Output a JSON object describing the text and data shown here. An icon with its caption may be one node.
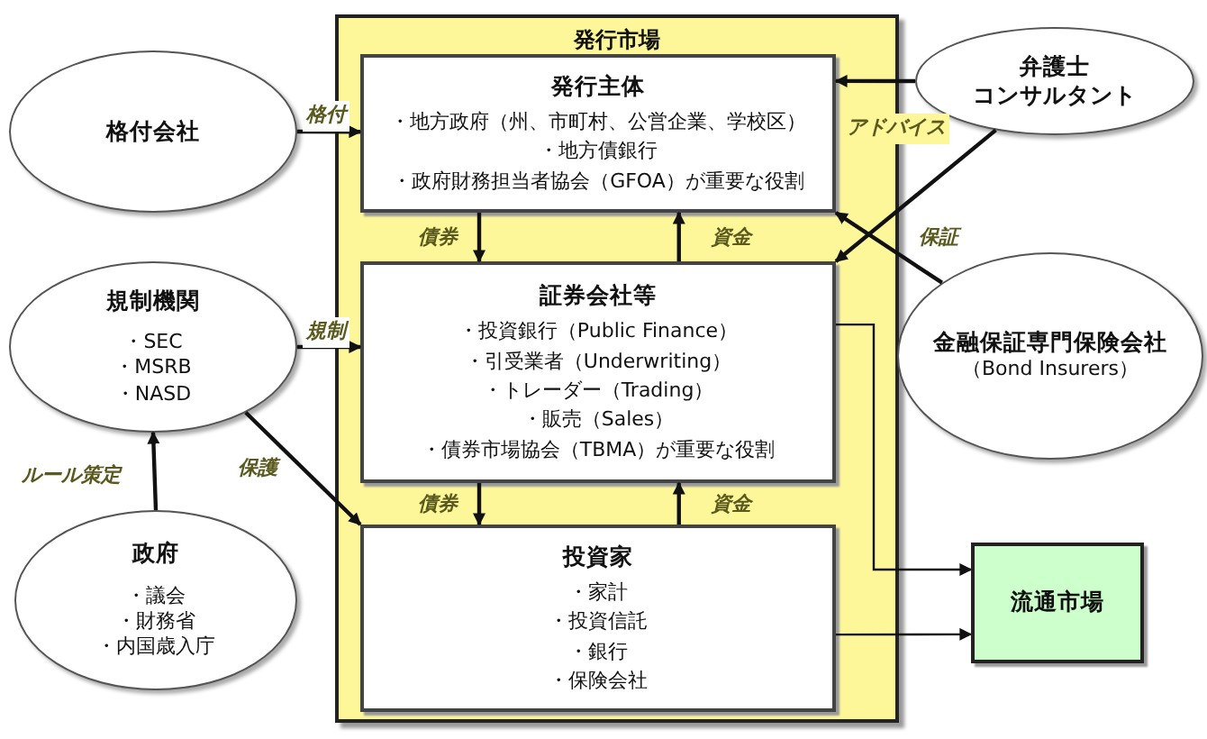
{
  "diagram": {
    "nodes": [
      {
        "text": [
          "発行市場"
        ]
      },
      {
        "text": [
          "発行主体",
          "・地方政府（州、市町村、公営企業、学校区）",
          "・地方債銀行",
          "・政府財務担当者協会（GFOA）が重要な役割"
        ],
        "in": 0
      },
      {
        "text": [
          "証券会社等",
          "・投資銀行（Public Finance）",
          "・引受業者（Underwriting）",
          "・トレーダー（Trading）",
          "・販売（Sales）",
          "・債券市場協会（TBMA）が重要な役割"
        ],
        "in": 0
      },
      {
        "text": [
          "投資家",
          "・家計",
          "・投資信託",
          "・銀行",
          "・保険会社"
        ],
        "in": 0
      },
      {
        "text": [
          "格付会社"
        ]
      },
      {
        "text": [
          "規制機関",
          "・SEC",
          "・MSRB",
          "・NASD"
        ]
      },
      {
        "text": [
          "政府",
          "・議会",
          "・財務省",
          "・内国歳入庁"
        ]
      },
      {
        "text": [
          "弁護士",
          "コンサルタント"
        ]
      },
      {
        "text": [
          "金融保証専門保険会社",
          "（Bond Insurers）"
        ]
      },
      {
        "text": [
          "流通市場"
        ]
      }
    ],
    "edges": [
      {
        "from": 4,
        "to": 1,
        "arrow": "to",
        "label": "格付"
      },
      {
        "from": 5,
        "to": 2,
        "arrow": "to",
        "label": "規制"
      },
      {
        "from": 5,
        "to": 3,
        "arrow": "to",
        "label": "保護"
      },
      {
        "from": 6,
        "to": 5,
        "arrow": "to",
        "label": "ルール策定"
      },
      {
        "from": 7,
        "to": 1,
        "arrow": "to",
        "label": "アドバイス"
      },
      {
        "from": 7,
        "to": 2,
        "arrow": "to"
      },
      {
        "from": 8,
        "to": 1,
        "arrow": "to",
        "label": "保証"
      },
      {
        "from": 1,
        "to": 2,
        "arrow": "to",
        "label": "債券"
      },
      {
        "from": 2,
        "to": 1,
        "arrow": "to",
        "label": "資金"
      },
      {
        "from": 2,
        "to": 3,
        "arrow": "to",
        "label": "債券"
      },
      {
        "from": 3,
        "to": 2,
        "arrow": "to",
        "label": "資金"
      },
      {
        "from": 2,
        "to": 9,
        "arrow": "to"
      },
      {
        "from": 3,
        "to": 9,
        "arrow": "to"
      }
    ]
  }
}
